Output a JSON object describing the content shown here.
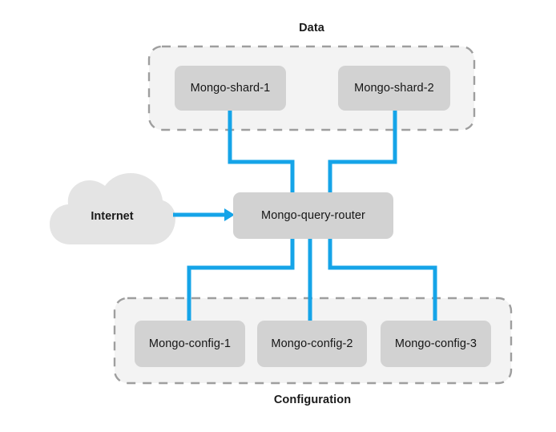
{
  "diagram": {
    "title_data": "Data",
    "title_configuration": "Configuration",
    "internet_label": "Internet",
    "colors": {
      "link": "#15a4e8",
      "node_fill": "#d2d2d2",
      "group_fill": "#f3f3f3",
      "group_border": "#9e9e9e",
      "cloud_fill": "#e4e4e4",
      "text": "#161616",
      "background": "#ffffff"
    },
    "data_group": {
      "label": "Data",
      "nodes": [
        {
          "id": "shard-1",
          "label": "Mongo-shard-1"
        },
        {
          "id": "shard-2",
          "label": "Mongo-shard-2"
        }
      ]
    },
    "router": {
      "label": "Mongo-query-router"
    },
    "config_group": {
      "label": "Configuration",
      "nodes": [
        {
          "id": "config-1",
          "label": "Mongo-config-1"
        },
        {
          "id": "config-2",
          "label": "Mongo-config-2"
        },
        {
          "id": "config-3",
          "label": "Mongo-config-3"
        }
      ]
    },
    "cloud": {
      "label": "Internet"
    },
    "connections": [
      {
        "from": "internet",
        "to": "router",
        "arrow": true
      },
      {
        "from": "shard-1",
        "to": "router",
        "arrow": false
      },
      {
        "from": "shard-2",
        "to": "router",
        "arrow": false
      },
      {
        "from": "router",
        "to": "config-1",
        "arrow": false
      },
      {
        "from": "router",
        "to": "config-2",
        "arrow": false
      },
      {
        "from": "router",
        "to": "config-3",
        "arrow": false
      }
    ]
  }
}
